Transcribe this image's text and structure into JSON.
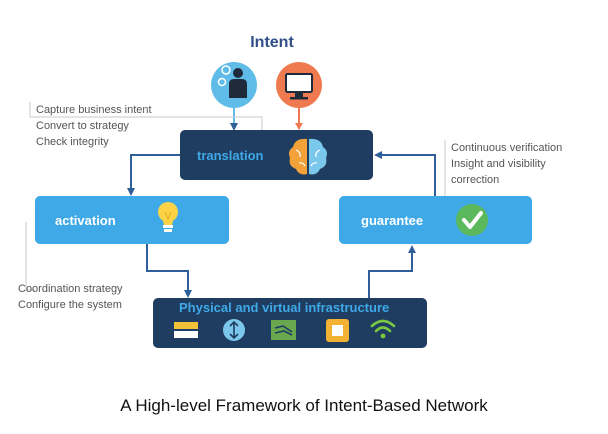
{
  "title": "Intent",
  "translation": {
    "label": "translation",
    "notes": [
      "Capture business intent",
      "Convert to strategy",
      "Check integrity"
    ]
  },
  "activation": {
    "label": "activation",
    "notes": [
      "Coordination strategy",
      "Configure the system"
    ]
  },
  "guarantee": {
    "label": "guarantee",
    "notes": [
      "Continuous verification",
      "Insight and visibility",
      "correction"
    ]
  },
  "infrastructure": {
    "label": "Physical and virtual infrastructure"
  },
  "icons": {
    "user": "person-with-gear-icon",
    "monitor": "computer-monitor-icon",
    "brain": "brain-icon",
    "bulb": "lightbulb-icon",
    "check": "checkmark-icon",
    "infra": [
      "storage-card-icon",
      "switch-icon",
      "router-icon",
      "chip-icon",
      "wifi-icon"
    ]
  },
  "colors": {
    "dark_box": "#1f3d60",
    "light_box": "#3fa9e8",
    "arrow": "#2f5f9a",
    "title": "#2f4f86",
    "check_green": "#5cb85c",
    "monitor_orange": "#f07a50",
    "user_blue": "#5fbce8"
  },
  "caption": "A High-level Framework of Intent-Based Network"
}
